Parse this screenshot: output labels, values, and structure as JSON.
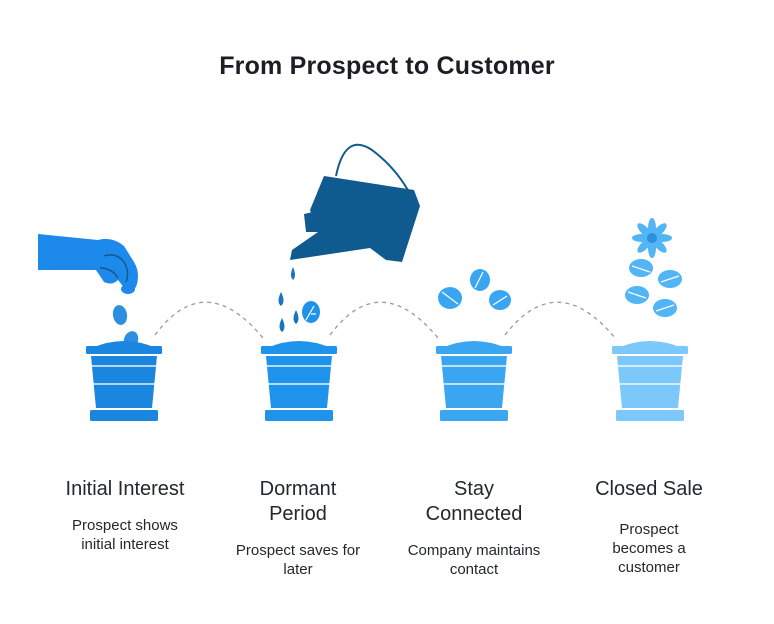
{
  "title": "From Prospect to Customer",
  "stages": [
    {
      "label": "Initial Interest",
      "description": "Prospect shows initial interest",
      "pot_color": "#1a86e0"
    },
    {
      "label": "Dormant Period",
      "description": "Prospect saves for later",
      "pot_color": "#1e93ec"
    },
    {
      "label": "Stay Connected",
      "description": "Company maintains contact",
      "pot_color": "#3aa6f2"
    },
    {
      "label": "Closed Sale",
      "description": "Prospect becomes a customer",
      "pot_color": "#7cc8fb"
    }
  ],
  "colors": {
    "hand": "#1d89ea",
    "watering_can": "#0f5a8e",
    "water_drop": "#1776c2",
    "leaf": "#3aa6f2",
    "flower": "#52b5f5",
    "connector": "#9a9a9a"
  },
  "icons": [
    "hand-icon",
    "watering-can-icon",
    "seed-icon",
    "water-drop-icon",
    "leaf-icon",
    "flower-icon",
    "pot-icon"
  ]
}
